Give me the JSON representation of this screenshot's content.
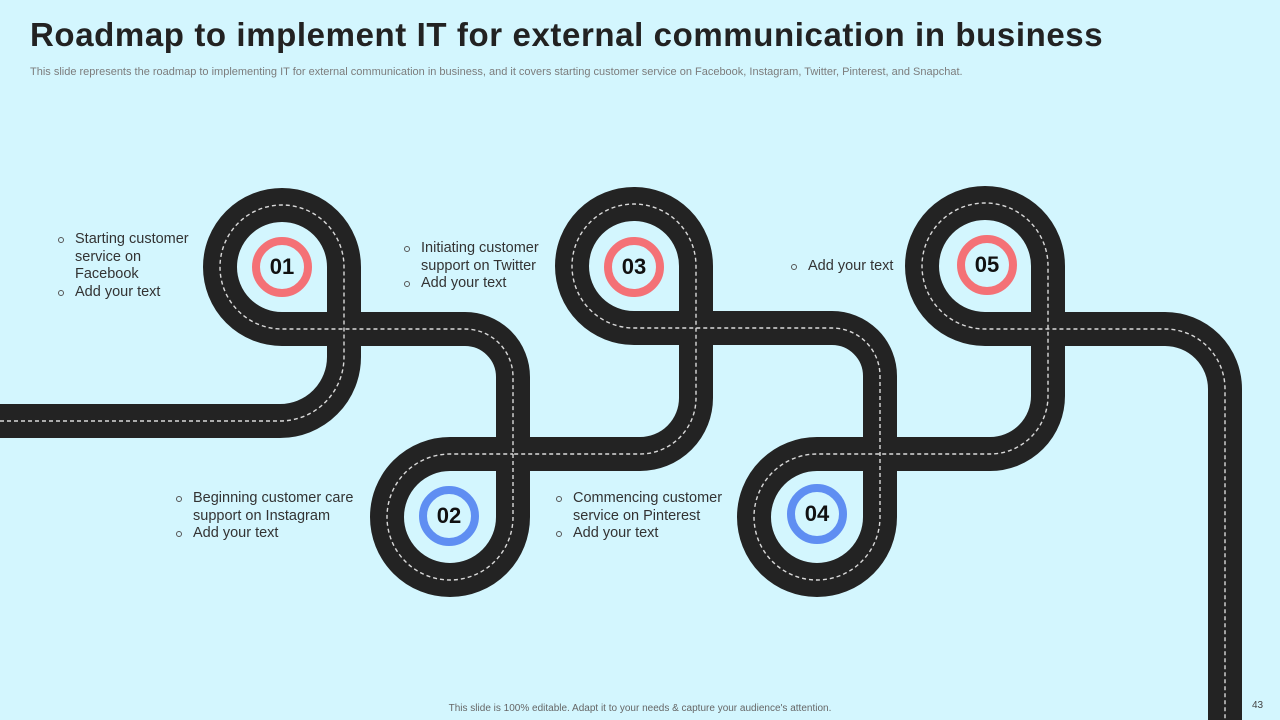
{
  "slide": {
    "title": "Roadmap to implement IT for external communication in business",
    "subtitle": "This slide represents the roadmap to implementing IT for external communication in business, and it covers starting customer service on Facebook, Instagram, Twitter, Pinterest, and Snapchat.",
    "footer": "This slide is 100% editable.  Adapt it to your needs & capture your audience's attention.",
    "page_number": "43"
  },
  "colors": {
    "background": "#d3f6fe",
    "road": "#232323",
    "lane_marking": "#d9d9d9",
    "marker_red": "#f47176",
    "marker_blue": "#5f8ef2"
  },
  "steps": [
    {
      "number": "01",
      "color": "red",
      "bullets": [
        "Starting customer service on Facebook",
        "Add your text"
      ]
    },
    {
      "number": "02",
      "color": "blue",
      "bullets": [
        "Beginning customer care support on Instagram",
        "Add your text"
      ]
    },
    {
      "number": "03",
      "color": "red",
      "bullets": [
        "Initiating customer support on Twitter",
        "Add your text"
      ]
    },
    {
      "number": "04",
      "color": "blue",
      "bullets": [
        "Commencing customer service on Pinterest",
        "Add your text"
      ]
    },
    {
      "number": "05",
      "color": "red",
      "bullets": [
        "Add your text"
      ]
    }
  ]
}
